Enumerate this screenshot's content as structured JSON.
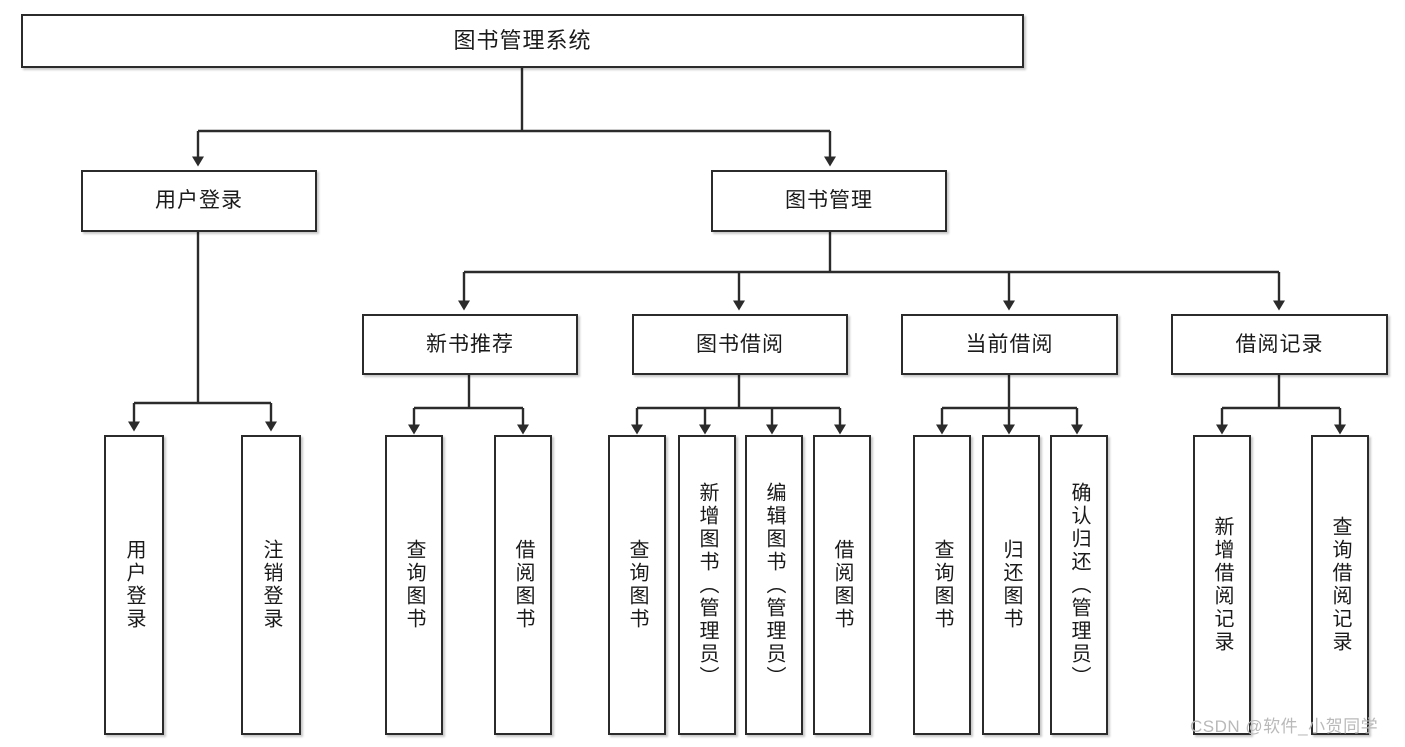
{
  "diagram": {
    "title": "图书管理系统",
    "type": "hierarchy-tree",
    "watermark": "CSDN @软件_小贺同学",
    "nodes": {
      "root": {
        "label": "图书管理系统"
      },
      "level2": [
        {
          "label": "用户登录"
        },
        {
          "label": "图书管理"
        }
      ],
      "level3": [
        {
          "label": "新书推荐"
        },
        {
          "label": "图书借阅"
        },
        {
          "label": "当前借阅"
        },
        {
          "label": "借阅记录"
        }
      ],
      "leaves_user_login": [
        {
          "label": "用户登录"
        },
        {
          "label": "注销登录"
        }
      ],
      "leaves_new_book": [
        {
          "label": "查询图书"
        },
        {
          "label": "借阅图书"
        }
      ],
      "leaves_borrow": [
        {
          "label": "查询图书"
        },
        {
          "label": "新增图书（管理员）"
        },
        {
          "label": "编辑图书（管理员）"
        },
        {
          "label": "借阅图书"
        }
      ],
      "leaves_current": [
        {
          "label": "查询图书"
        },
        {
          "label": "归还图书"
        },
        {
          "label": "确认归还（管理员）"
        }
      ],
      "leaves_record": [
        {
          "label": "新增借阅记录"
        },
        {
          "label": "查询借阅记录"
        }
      ]
    },
    "colors": {
      "stroke": "#2b2b2b",
      "fill": "#ffffff",
      "text": "#1a1a1a",
      "watermark": "#b9b9b9"
    }
  }
}
